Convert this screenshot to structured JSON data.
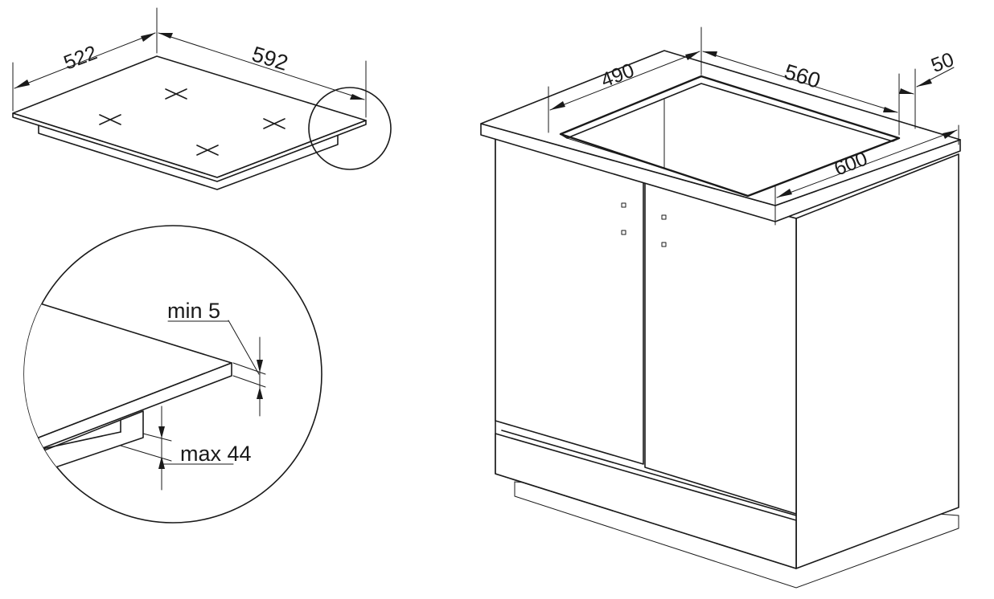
{
  "hob": {
    "depth_label": "522",
    "width_label": "592"
  },
  "detail": {
    "min_label": "min 5",
    "max_label": "max 44"
  },
  "cabinet": {
    "cutout_depth_label": "490",
    "cutout_width_label": "560",
    "rear_gap_label": "50",
    "cabinet_width_label": "600"
  },
  "colors": {
    "line": "#1a1a1a",
    "background": "#ffffff"
  }
}
